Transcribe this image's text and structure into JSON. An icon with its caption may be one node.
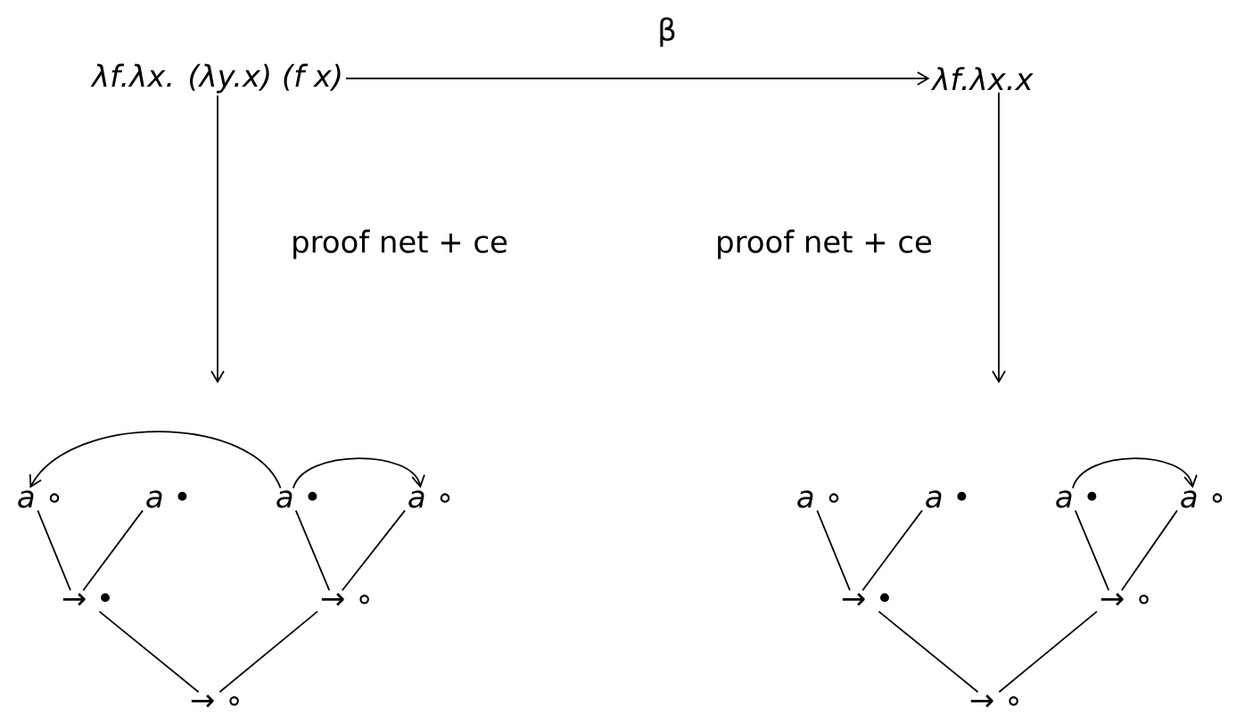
{
  "diagram": {
    "nodes": [
      {
        "text": [
          "λf.λx. (λy.x) (f x)"
        ]
      },
      {
        "text": [
          "λf.λx.x"
        ]
      },
      {
        "text": [
          "*a* ∘"
        ]
      },
      {
        "text": [
          "*a* •"
        ]
      },
      {
        "text": [
          "*a* •"
        ]
      },
      {
        "text": [
          "*a* ∘"
        ]
      },
      {
        "text": [
          "→ •"
        ]
      },
      {
        "text": [
          "→ ∘"
        ]
      },
      {
        "text": [
          "→ ∘"
        ]
      },
      {
        "text": [
          "*a* ∘"
        ]
      },
      {
        "text": [
          "*a* •"
        ]
      },
      {
        "text": [
          "*a* •"
        ]
      },
      {
        "text": [
          "*a* ∘"
        ]
      },
      {
        "text": [
          "→ •"
        ]
      },
      {
        "text": [
          "→ ∘"
        ]
      },
      {
        "text": [
          "→ ∘"
        ]
      }
    ],
    "edges": [
      {
        "from": 0,
        "to": 1,
        "arrow": "to",
        "label": "β"
      },
      {
        "from": 0,
        "to": null,
        "arrow": "to",
        "label": "proof net + ce"
      },
      {
        "from": 1,
        "to": null,
        "arrow": "to",
        "label": "proof net + ce"
      },
      {
        "from": 4,
        "to": 2,
        "arrow": "to"
      },
      {
        "from": 4,
        "to": 5,
        "arrow": "to"
      },
      {
        "from": 2,
        "to": 6,
        "arrow": "none"
      },
      {
        "from": 3,
        "to": 6,
        "arrow": "none"
      },
      {
        "from": 4,
        "to": 7,
        "arrow": "none"
      },
      {
        "from": 5,
        "to": 7,
        "arrow": "none"
      },
      {
        "from": 6,
        "to": 8,
        "arrow": "none"
      },
      {
        "from": 7,
        "to": 8,
        "arrow": "none"
      },
      {
        "from": 11,
        "to": 12,
        "arrow": "to"
      },
      {
        "from": 9,
        "to": 13,
        "arrow": "none"
      },
      {
        "from": 10,
        "to": 13,
        "arrow": "none"
      },
      {
        "from": 11,
        "to": 14,
        "arrow": "none"
      },
      {
        "from": 12,
        "to": 14,
        "arrow": "none"
      },
      {
        "from": 13,
        "to": 15,
        "arrow": "none"
      },
      {
        "from": 14,
        "to": 15,
        "arrow": "none"
      }
    ]
  }
}
